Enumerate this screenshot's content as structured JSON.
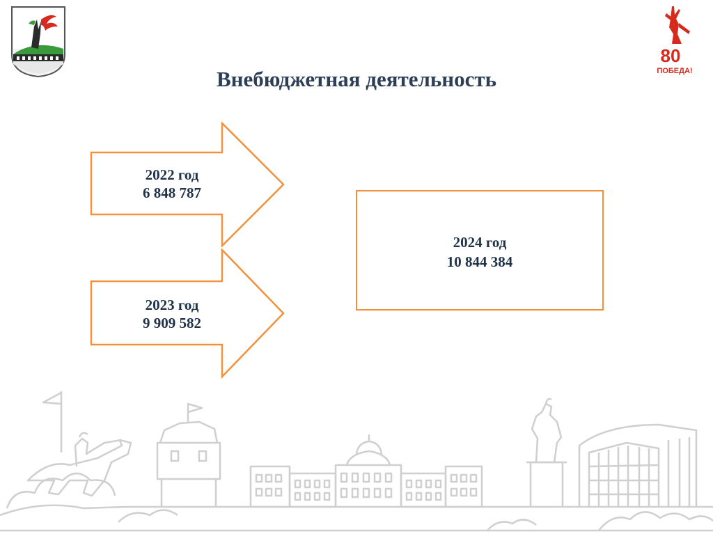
{
  "title": "Внебюджетная деятельность",
  "items": [
    {
      "year": "2022 год",
      "value": "6 848 787"
    },
    {
      "year": "2023 год",
      "value": "9 909 582"
    },
    {
      "year": "2024 год",
      "value": "10 844 384"
    }
  ],
  "logos": {
    "victory_number": "80",
    "victory_text": "ПОБЕДА!"
  },
  "colors": {
    "accent": "#f2913a",
    "title": "#2d3e57",
    "text": "#1f3247",
    "skyline": "#cfcfcf",
    "emblem_red": "#d62a1e"
  }
}
